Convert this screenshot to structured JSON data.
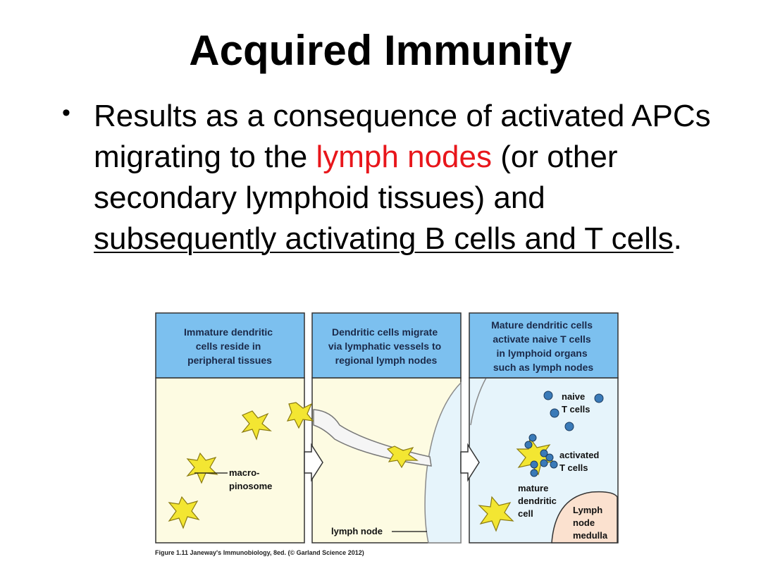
{
  "slide": {
    "title": "Acquired Immunity",
    "bullet": {
      "part1": "Results as a consequence of activated APCs migrating to the ",
      "highlight": "lymph nodes",
      "part2": " (or other secondary lymphoid tissues) and ",
      "underlined": "subsequently activating B cells and T cells",
      "end": "."
    }
  },
  "figure": {
    "panel1": {
      "head": [
        "Immature dendritic",
        "cells reside in",
        "peripheral tissues"
      ]
    },
    "panel2": {
      "head": [
        "Dendritic cells migrate",
        "via lymphatic vessels to",
        "regional lymph nodes"
      ]
    },
    "panel3": {
      "head": [
        "Mature dendritic cells",
        "activate naive T cells",
        "in lymphoid organs",
        "such as lymph nodes"
      ]
    },
    "labels": {
      "macropinosome_1": "macro-",
      "macropinosome_2": "pinosome",
      "lymph_node": "lymph node",
      "naive_1": "naive",
      "naive_2": "T cells",
      "activated_1": "activated",
      "activated_2": "T cells",
      "mature_1": "mature",
      "mature_2": "dendritic",
      "mature_3": "cell",
      "medulla_1": "Lymph",
      "medulla_2": "node",
      "medulla_3": "medulla"
    },
    "caption": "Figure 1.11 Janeway's Immunobiology, 8ed. (© Garland Science 2012)",
    "colors": {
      "header": "#7cc0ef",
      "panel_bg": "#fdfbe2",
      "node_bg": "#e6f4fb",
      "cell": "#f3e632",
      "tcell": "#3a7ab8",
      "medulla": "#fbe1cf"
    }
  }
}
